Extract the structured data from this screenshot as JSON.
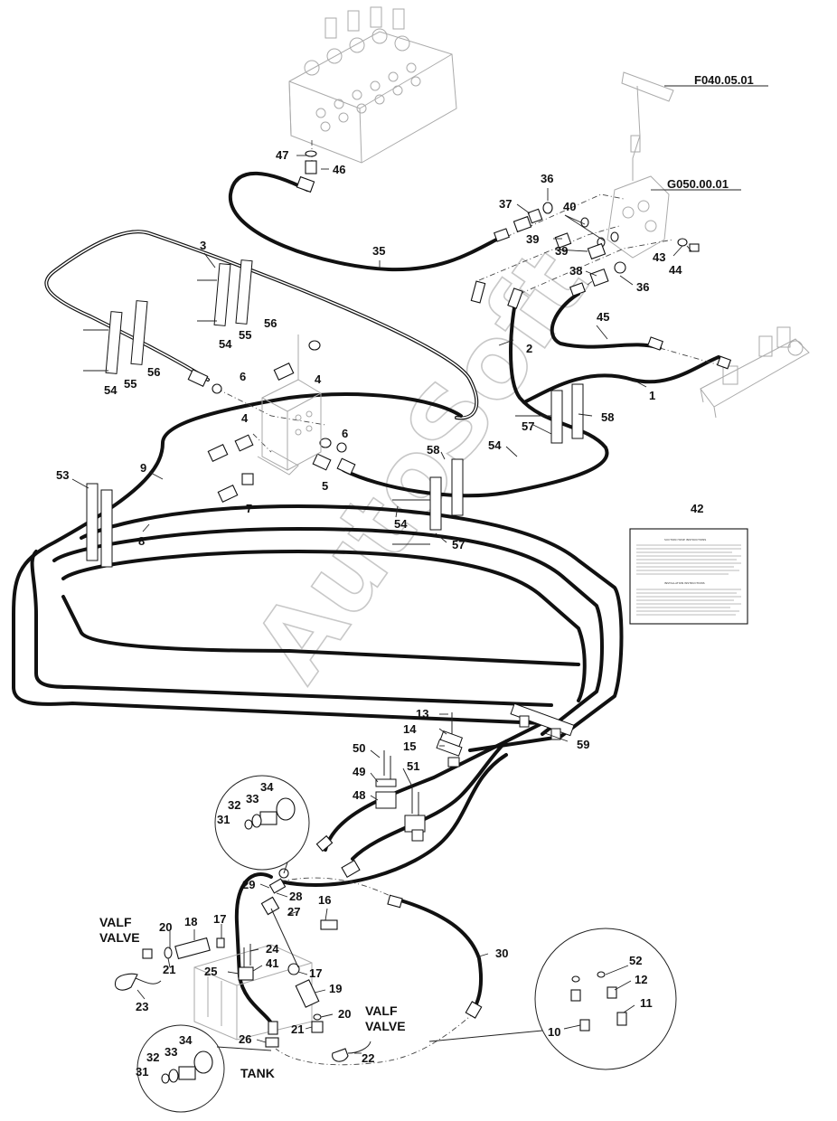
{
  "watermark": "AutoSoft",
  "refs": {
    "f040": "F040.05.01",
    "g050": "G050.00.01"
  },
  "words": {
    "valf_left": "VALF",
    "valve_left": "VALVE",
    "valf_right": "VALF",
    "valve_right": "VALVE",
    "tank": "TANK"
  },
  "callouts": {
    "c1": "1",
    "c2": "2",
    "c3": "3",
    "c4a": "4",
    "c4b": "4",
    "c5": "5",
    "c6a": "6",
    "c6b": "6",
    "c7": "7",
    "c8": "8",
    "c9": "9",
    "c10": "10",
    "c11": "11",
    "c12": "12",
    "c13": "13",
    "c14": "14",
    "c15": "15",
    "c16": "16",
    "c17a": "17",
    "c17b": "17",
    "c18": "18",
    "c19": "19",
    "c20a": "20",
    "c20b": "20",
    "c21a": "21",
    "c21b": "21",
    "c22": "22",
    "c23": "23",
    "c24": "24",
    "c25": "25",
    "c26": "26",
    "c27": "27",
    "c28": "28",
    "c29": "29",
    "c30": "30",
    "c31a": "31",
    "c31b": "31",
    "c32a": "32",
    "c32b": "32",
    "c33a": "33",
    "c33b": "33",
    "c34a": "34",
    "c34b": "34",
    "c35": "35",
    "c36a": "36",
    "c36b": "36",
    "c37": "37",
    "c38": "38",
    "c39a": "39",
    "c39b": "39",
    "c40": "40",
    "c41": "41",
    "c42": "42",
    "c43": "43",
    "c44": "44",
    "c45": "45",
    "c46": "46",
    "c47": "47",
    "c48": "48",
    "c49": "49",
    "c50": "50",
    "c51": "51",
    "c52": "52",
    "c53": "53",
    "c54a": "54",
    "c54b": "54",
    "c54c": "54",
    "c54d": "54",
    "c55a": "55",
    "c55b": "55",
    "c56a": "56",
    "c56b": "56",
    "c57a": "57",
    "c57b": "57",
    "c58a": "58",
    "c58b": "58",
    "c59": "59"
  },
  "colors": {
    "line": "#111111",
    "ghost": "#aaaaaa",
    "watermark": "#c8c8c8",
    "background": "#ffffff"
  }
}
